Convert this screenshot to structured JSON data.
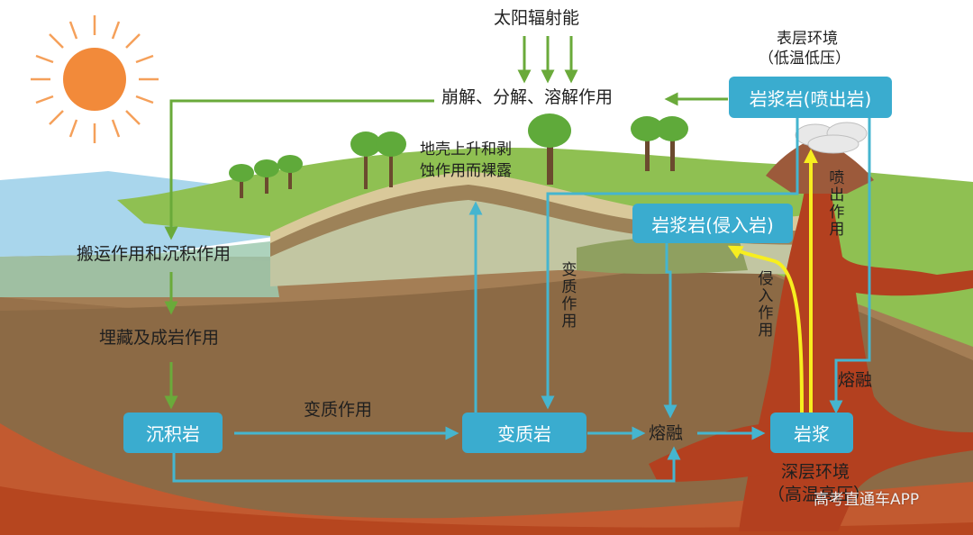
{
  "top": {
    "solar": "太阳辐射能",
    "weathering": "崩解、分解、溶解作用",
    "surface_env_line1": "表层环境",
    "surface_env_line2": "（低温低压）"
  },
  "boxes": {
    "extrusive": "岩浆岩(喷出岩)",
    "intrusive": "岩浆岩(侵入岩)",
    "sedimentary": "沉积岩",
    "metamorphic": "变质岩",
    "magma": "岩浆"
  },
  "labels": {
    "uplift_line1": "地壳上升和剥",
    "uplift_line2": "蚀作用而裸露",
    "transport": "搬运作用和沉积作用",
    "burial": "埋藏及成岩作用",
    "metamorphism_h": "变质作用",
    "metamorphism_v": "变质作用",
    "melting_mid": "熔融",
    "melting_right": "熔融",
    "eruption": "喷出作用",
    "intrusion": "侵入作用",
    "deep_env_line1": "深层环境",
    "deep_env_line2": "（高温高压）"
  },
  "watermark": "高考直通车APP",
  "colors": {
    "arrow_blue": "#45b5cf",
    "arrow_green": "#6aaa3a",
    "box_blue": "#3aaccf",
    "magma_red": "#b3401f",
    "eruption_yellow": "#f7ee1f",
    "sun_orange": "#f28a3a"
  }
}
